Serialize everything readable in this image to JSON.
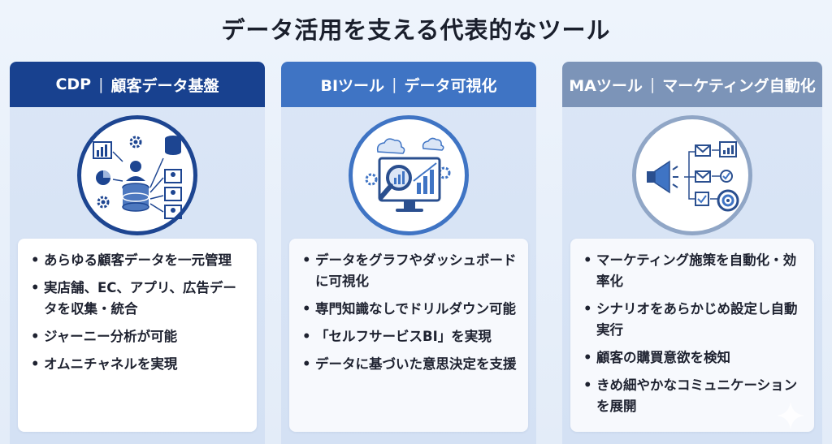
{
  "title": "データ活用を支える代表的なツール",
  "columns": [
    {
      "name": "CDP",
      "sep": "|",
      "desc": "顧客データ基盤",
      "icon": "database-people-icon",
      "items": [
        "あらゆる顧客データを一元管理",
        "実店舗、EC、アプリ、広告データを収集・統合",
        "ジャーニー分析が可能",
        "オムニチャネルを実現"
      ]
    },
    {
      "name": "BIツール",
      "sep": "|",
      "desc": "データ可視化",
      "icon": "dashboard-magnifier-icon",
      "items": [
        "データをグラフやダッシュボードに可視化",
        "専門知識なしでドリルダウン可能",
        "「セルフサービスBI」を実現",
        "データに基づいた意思決定を支援"
      ]
    },
    {
      "name": "MAツール",
      "sep": "|",
      "desc": "マーケティング自動化",
      "icon": "megaphone-workflow-icon",
      "items": [
        "マーケティング施策を自動化・効率化",
        "シナリオをあらかじめ設定し自動実行",
        "顧客の購買意欲を検知",
        "きめ細やかなコミュニケーションを展開"
      ]
    }
  ],
  "colors": {
    "cdp_header": "#18418f",
    "bi_header": "#3f74c4",
    "ma_header": "#7c94b8"
  }
}
